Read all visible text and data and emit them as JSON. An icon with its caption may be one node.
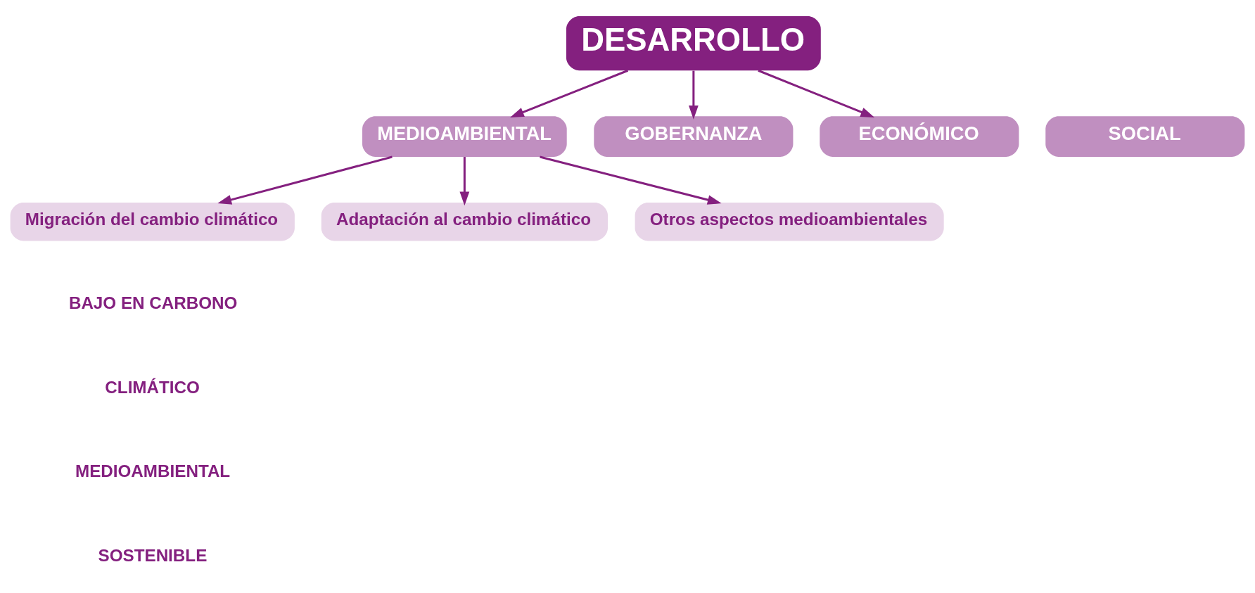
{
  "diagram": {
    "nodes": [
      {
        "text": [
          "DESARROLLO"
        ]
      },
      {
        "text": [
          "MEDIOAMBIENTAL"
        ]
      },
      {
        "text": [
          "SOCIAL"
        ]
      },
      {
        "text": [
          "GOBERNANZA"
        ]
      },
      {
        "text": [
          "ECONÓMICO"
        ]
      },
      {
        "text": [
          "Migración del cambio climático"
        ]
      },
      {
        "text": [
          "Adaptación al cambio climático"
        ]
      },
      {
        "text": [
          "Otros aspectos medioambientales"
        ]
      }
    ],
    "edges": [
      {
        "from": 0,
        "to": 1,
        "arrow": "to"
      },
      {
        "from": 0,
        "to": 3,
        "arrow": "to"
      },
      {
        "from": 0,
        "to": 4,
        "arrow": "to"
      },
      {
        "from": 1,
        "to": 5,
        "arrow": "to"
      },
      {
        "from": 1,
        "to": 6,
        "arrow": "to"
      },
      {
        "from": 1,
        "to": 7,
        "arrow": "to"
      }
    ],
    "labels": [
      "BAJO EN CARBONO",
      "CLIMÁTICO",
      "MEDIOAMBIENTAL",
      "SOSTENIBLE"
    ]
  }
}
